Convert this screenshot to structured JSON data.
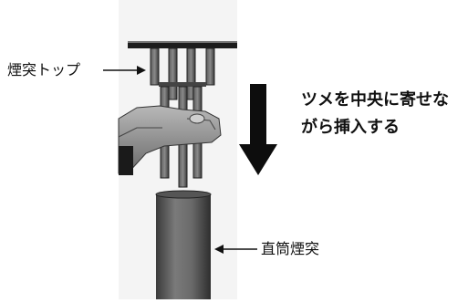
{
  "labels": {
    "chimney_top": "煙突トップ",
    "straight_pipe": "直筒煙突"
  },
  "instruction": {
    "line1": "ツメを中央に寄せな",
    "line2": "がら挿入する"
  },
  "colors": {
    "text": "#111111",
    "metal_dark": "#2a2a2a",
    "pipe_mid": "#6e6e6e",
    "hand": "#9a9a9a",
    "arrow": "#0d0d0d"
  },
  "icons": {
    "pointer_top": "left-arrow-right-pointing",
    "pointer_pipe": "arrow-left",
    "insert_arrow": "arrow-down"
  }
}
